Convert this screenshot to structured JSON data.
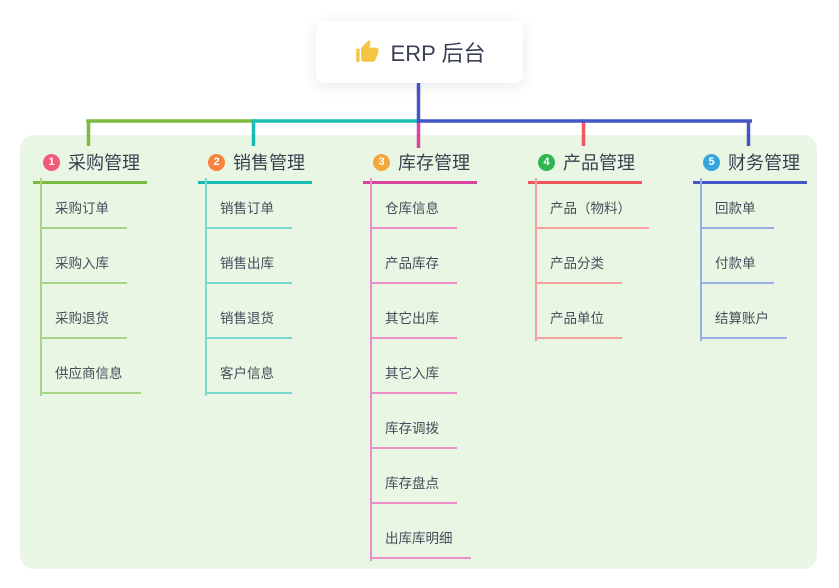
{
  "canvas": {
    "background": "#ffffff",
    "panel_background": "#eaf6e4"
  },
  "root": {
    "title": "ERP 后台",
    "icon": "thumbs-up-icon",
    "icon_color": "#f6c445",
    "trunk_color": "#4456c7"
  },
  "branches": [
    {
      "index": "1",
      "label": "采购管理",
      "badge_color": "#f25b78",
      "line_color": "#7cbb41",
      "child_line_color": "#a8d584",
      "children": [
        "采购订单",
        "采购入库",
        "采购退货",
        "供应商信息"
      ]
    },
    {
      "index": "2",
      "label": "销售管理",
      "badge_color": "#f8823e",
      "line_color": "#17bdb3",
      "child_line_color": "#7cd8ce",
      "children": [
        "销售订单",
        "销售出库",
        "销售退货",
        "客户信息"
      ]
    },
    {
      "index": "3",
      "label": "库存管理",
      "badge_color": "#f2a93b",
      "line_color": "#d8439f",
      "child_line_color": "#ee8ec9",
      "children": [
        "仓库信息",
        "产品库存",
        "其它出库",
        "其它入库",
        "库存调拨",
        "库存盘点",
        "出库库明细"
      ]
    },
    {
      "index": "4",
      "label": "产品管理",
      "badge_color": "#2fb651",
      "line_color": "#f0575c",
      "child_line_color": "#f6a19f",
      "children": [
        "产品（物料）",
        "产品分类",
        "产品单位"
      ]
    },
    {
      "index": "5",
      "label": "财务管理",
      "badge_color": "#35a6dd",
      "line_color": "#4456c7",
      "child_line_color": "#98afe6",
      "children": [
        "回款单",
        "付款单",
        "结算账户"
      ]
    }
  ]
}
